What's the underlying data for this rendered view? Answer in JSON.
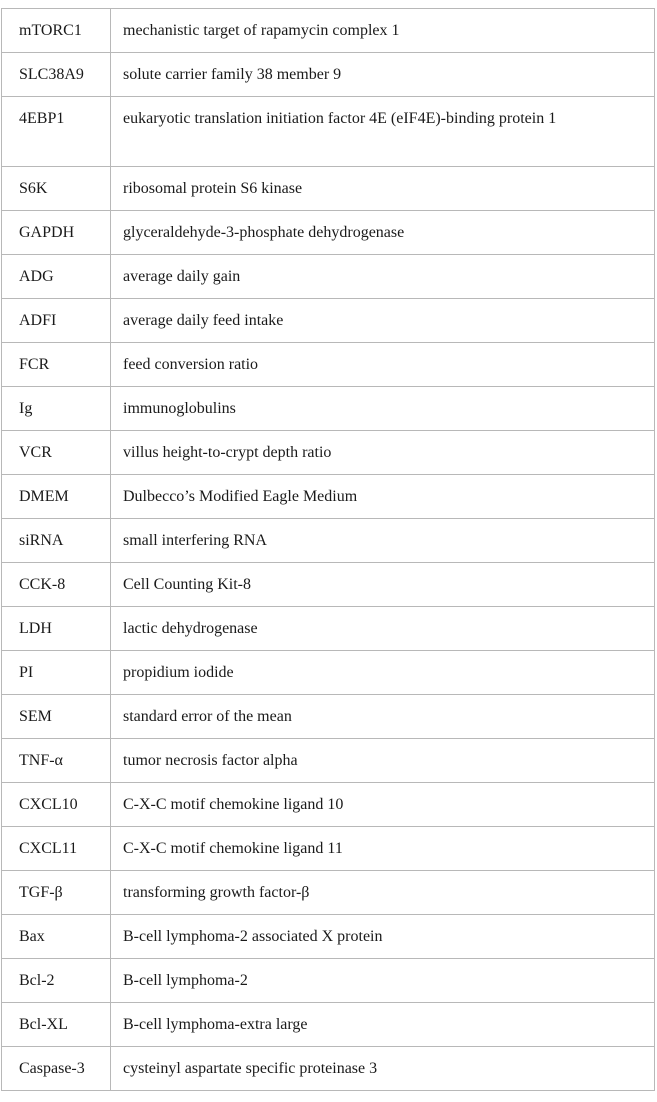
{
  "rows": [
    {
      "abbr": "mTORC1",
      "definition": "mechanistic target of rapamycin complex 1"
    },
    {
      "abbr": "SLC38A9",
      "definition": "solute carrier family 38 member 9"
    },
    {
      "abbr": "4EBP1",
      "definition": "eukaryotic translation initiation factor 4E (eIF4E)-binding protein 1"
    },
    {
      "abbr": "S6K",
      "definition": "ribosomal protein S6 kinase"
    },
    {
      "abbr": "GAPDH",
      "definition": "glyceraldehyde-3-phosphate dehydrogenase"
    },
    {
      "abbr": "ADG",
      "definition": "average daily gain"
    },
    {
      "abbr": "ADFI",
      "definition": "average daily feed intake"
    },
    {
      "abbr": "FCR",
      "definition": "feed conversion ratio"
    },
    {
      "abbr": "Ig",
      "definition": "immunoglobulins"
    },
    {
      "abbr": "VCR",
      "definition": "villus height-to-crypt depth ratio"
    },
    {
      "abbr": "DMEM",
      "definition": "Dulbecco’s Modified Eagle Medium"
    },
    {
      "abbr": "siRNA",
      "definition": "small interfering RNA"
    },
    {
      "abbr": "CCK-8",
      "definition": "Cell Counting Kit-8"
    },
    {
      "abbr": "LDH",
      "definition": "lactic dehydrogenase"
    },
    {
      "abbr": "PI",
      "definition": "propidium iodide"
    },
    {
      "abbr": "SEM",
      "definition": "standard error of the mean"
    },
    {
      "abbr": "TNF-α",
      "definition": "tumor necrosis factor alpha"
    },
    {
      "abbr": "CXCL10",
      "definition": "C-X-C motif chemokine ligand 10"
    },
    {
      "abbr": "CXCL11",
      "definition": "C-X-C motif chemokine ligand 11"
    },
    {
      "abbr": "TGF-β",
      "definition": "transforming growth factor-β"
    },
    {
      "abbr": "Bax",
      "definition": "B-cell lymphoma-2 associated X protein"
    },
    {
      "abbr": "Bcl-2",
      "definition": "B-cell lymphoma-2"
    },
    {
      "abbr": "Bcl-XL",
      "definition": "B-cell lymphoma-extra large"
    },
    {
      "abbr": "Caspase-3",
      "definition": "cysteinyl aspartate specific proteinase 3"
    }
  ]
}
